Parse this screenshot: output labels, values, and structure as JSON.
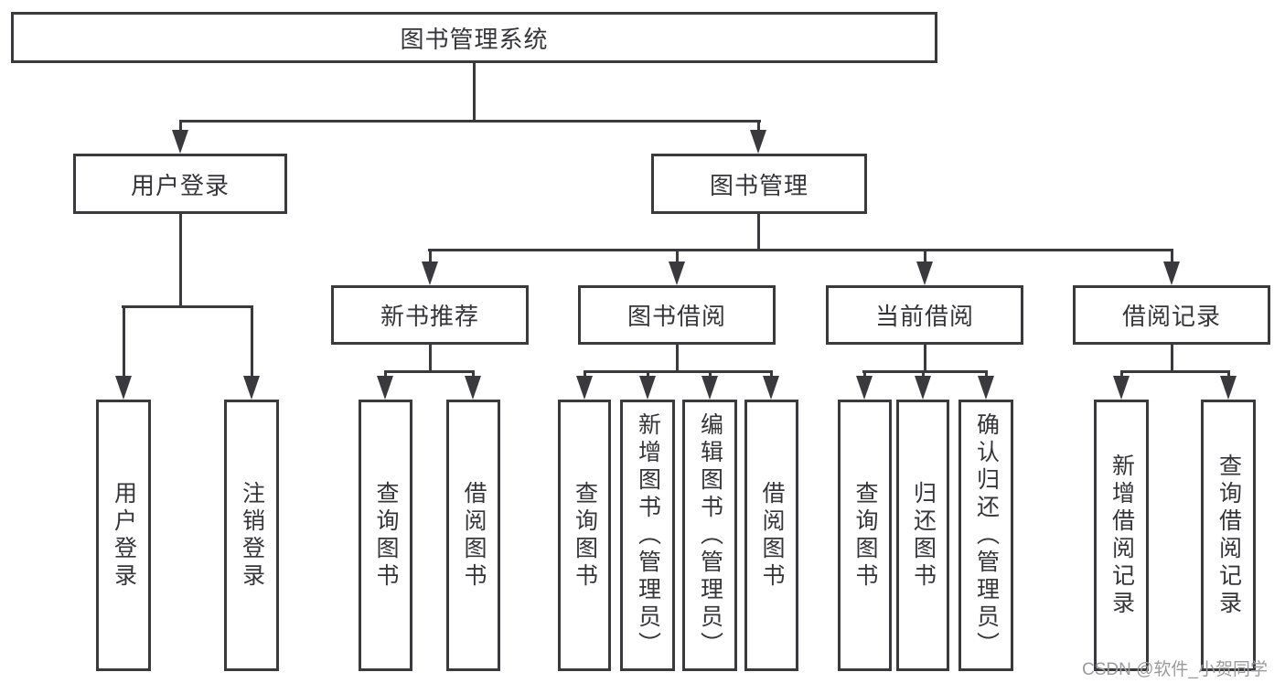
{
  "diagram_title": "图书管理系统",
  "tree": {
    "root": {
      "label": "图书管理系统"
    },
    "level2": [
      {
        "label": "用户登录"
      },
      {
        "label": "图书管理"
      }
    ],
    "level3": [
      {
        "label": "新书推荐",
        "parent": "图书管理"
      },
      {
        "label": "图书借阅",
        "parent": "图书管理"
      },
      {
        "label": "当前借阅",
        "parent": "图书管理"
      },
      {
        "label": "借阅记录",
        "parent": "图书管理"
      }
    ],
    "leaves": [
      {
        "label": "用户登录",
        "parent": "用户登录"
      },
      {
        "label": "注销登录",
        "parent": "用户登录"
      },
      {
        "label": "查询图书",
        "parent": "新书推荐"
      },
      {
        "label": "借阅图书",
        "parent": "新书推荐"
      },
      {
        "label": "查询图书",
        "parent": "图书借阅"
      },
      {
        "label": "新增图书（管理员）",
        "parent": "图书借阅"
      },
      {
        "label": "编辑图书（管理员）",
        "parent": "图书借阅"
      },
      {
        "label": "借阅图书",
        "parent": "图书借阅"
      },
      {
        "label": "查询图书",
        "parent": "当前借阅"
      },
      {
        "label": "归还图书",
        "parent": "当前借阅"
      },
      {
        "label": "确认归还（管理员）",
        "parent": "当前借阅"
      },
      {
        "label": "新增借阅记录",
        "parent": "借阅记录"
      },
      {
        "label": "查询借阅记录",
        "parent": "借阅记录"
      }
    ]
  },
  "watermark": "CSDN @软件_小贺同学",
  "colors": {
    "stroke": "#3a3a3e",
    "text": "#35353a",
    "watermark": "#9b9b9b",
    "background": "#ffffff"
  }
}
